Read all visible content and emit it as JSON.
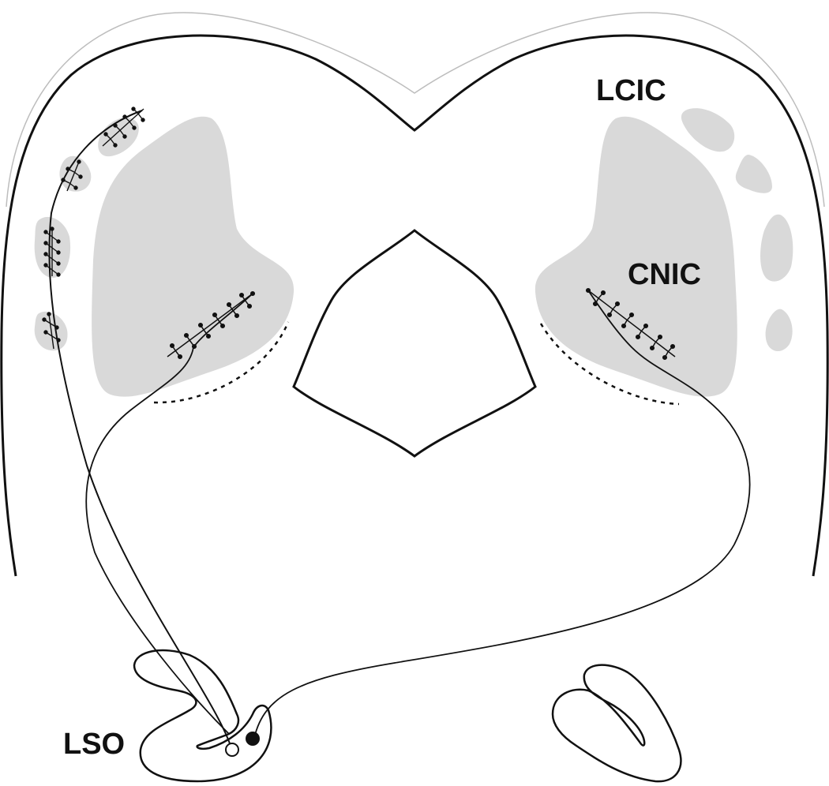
{
  "labels": {
    "lcic": "LCIC",
    "cnic": "CNIC",
    "lso": "LSO"
  },
  "colors": {
    "outline": "#111111",
    "shade": "#d9d9d9",
    "thin_outline": "#bdbdbd",
    "axon": "#111111"
  }
}
